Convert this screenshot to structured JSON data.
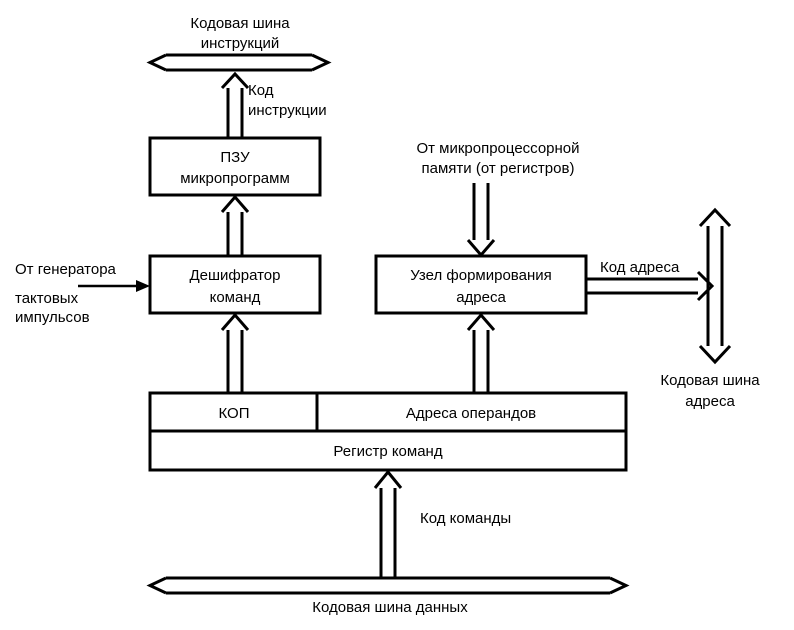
{
  "buses": {
    "instruction_bus": [
      "Кодовая шина",
      "инструкций"
    ],
    "address_bus": [
      "Кодовая шина",
      "адреса"
    ],
    "data_bus": "Кодовая шина данных"
  },
  "blocks": {
    "rom": [
      "ПЗУ",
      "микропрограмм"
    ],
    "decoder": [
      "Дешифратор",
      "команд"
    ],
    "address_unit": [
      "Узел формирования",
      "адреса"
    ],
    "opcode": "КОП",
    "operand_addresses": "Адреса операндов",
    "command_register": "Регистр команд"
  },
  "labels": {
    "instruction_code": [
      "Код",
      "инструкции"
    ],
    "from_memory": [
      "От микропроцессорной",
      "памяти (от регистров)"
    ],
    "from_generator": [
      "От генератора",
      "тактовых",
      "импульсов"
    ],
    "address_code": "Код адреса",
    "command_code": "Код команды"
  }
}
